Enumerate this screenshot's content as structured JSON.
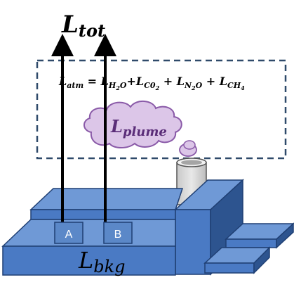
{
  "title": {
    "main": "L",
    "sub": "tot"
  },
  "equation": {
    "lhs": {
      "main": "L",
      "sub": "atm"
    },
    "eq": " = ",
    "terms": [
      {
        "main": "L",
        "sub": "H",
        "sub2": "2",
        "sub3": "O",
        "op": "+"
      },
      {
        "main": "L",
        "sub": "C0",
        "sub2": "2",
        "sub3": "",
        "op": " + "
      },
      {
        "main": "L",
        "sub": "N",
        "sub2": "2",
        "sub3": "O",
        "op": " + "
      },
      {
        "main": "L",
        "sub": "CH",
        "sub2": "4",
        "sub3": "",
        "op": ""
      }
    ]
  },
  "plume": {
    "main": "L",
    "sub": "plume"
  },
  "boxes": {
    "a": "A",
    "b": "B"
  },
  "background": {
    "main": "L",
    "sub": "bkg"
  },
  "colors": {
    "box_fill": "#4a7ac4",
    "box_dark": "#2d548f",
    "box_light": "#6f99d6",
    "box_edge": "#1f3f73",
    "plume_fill": "#dcc6e8",
    "plume_edge": "#8a5aa8",
    "plume_text": "#5a2d78",
    "dash": "#2f4a6a",
    "arrow": "#000000",
    "label_box": "#5b88c8"
  }
}
